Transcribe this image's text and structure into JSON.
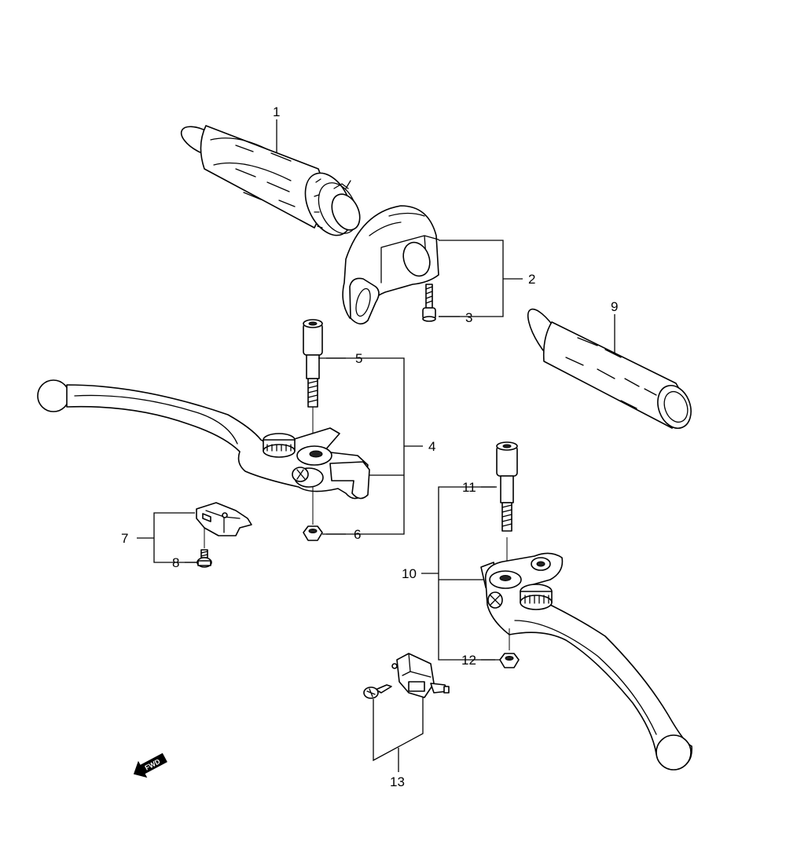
{
  "callouts": {
    "c1": "1",
    "c2": "2",
    "c3": "3",
    "c4": "4",
    "c5": "5",
    "c6": "6",
    "c7": "7",
    "c8": "8",
    "c9": "9",
    "c10": "10",
    "c11": "11",
    "c12": "12",
    "c13": "13"
  },
  "fwd_arrow": {
    "label": "FWD",
    "icon": "fwd-arrow-icon"
  },
  "colors": {
    "line": "#000000",
    "background": "#ffffff"
  }
}
